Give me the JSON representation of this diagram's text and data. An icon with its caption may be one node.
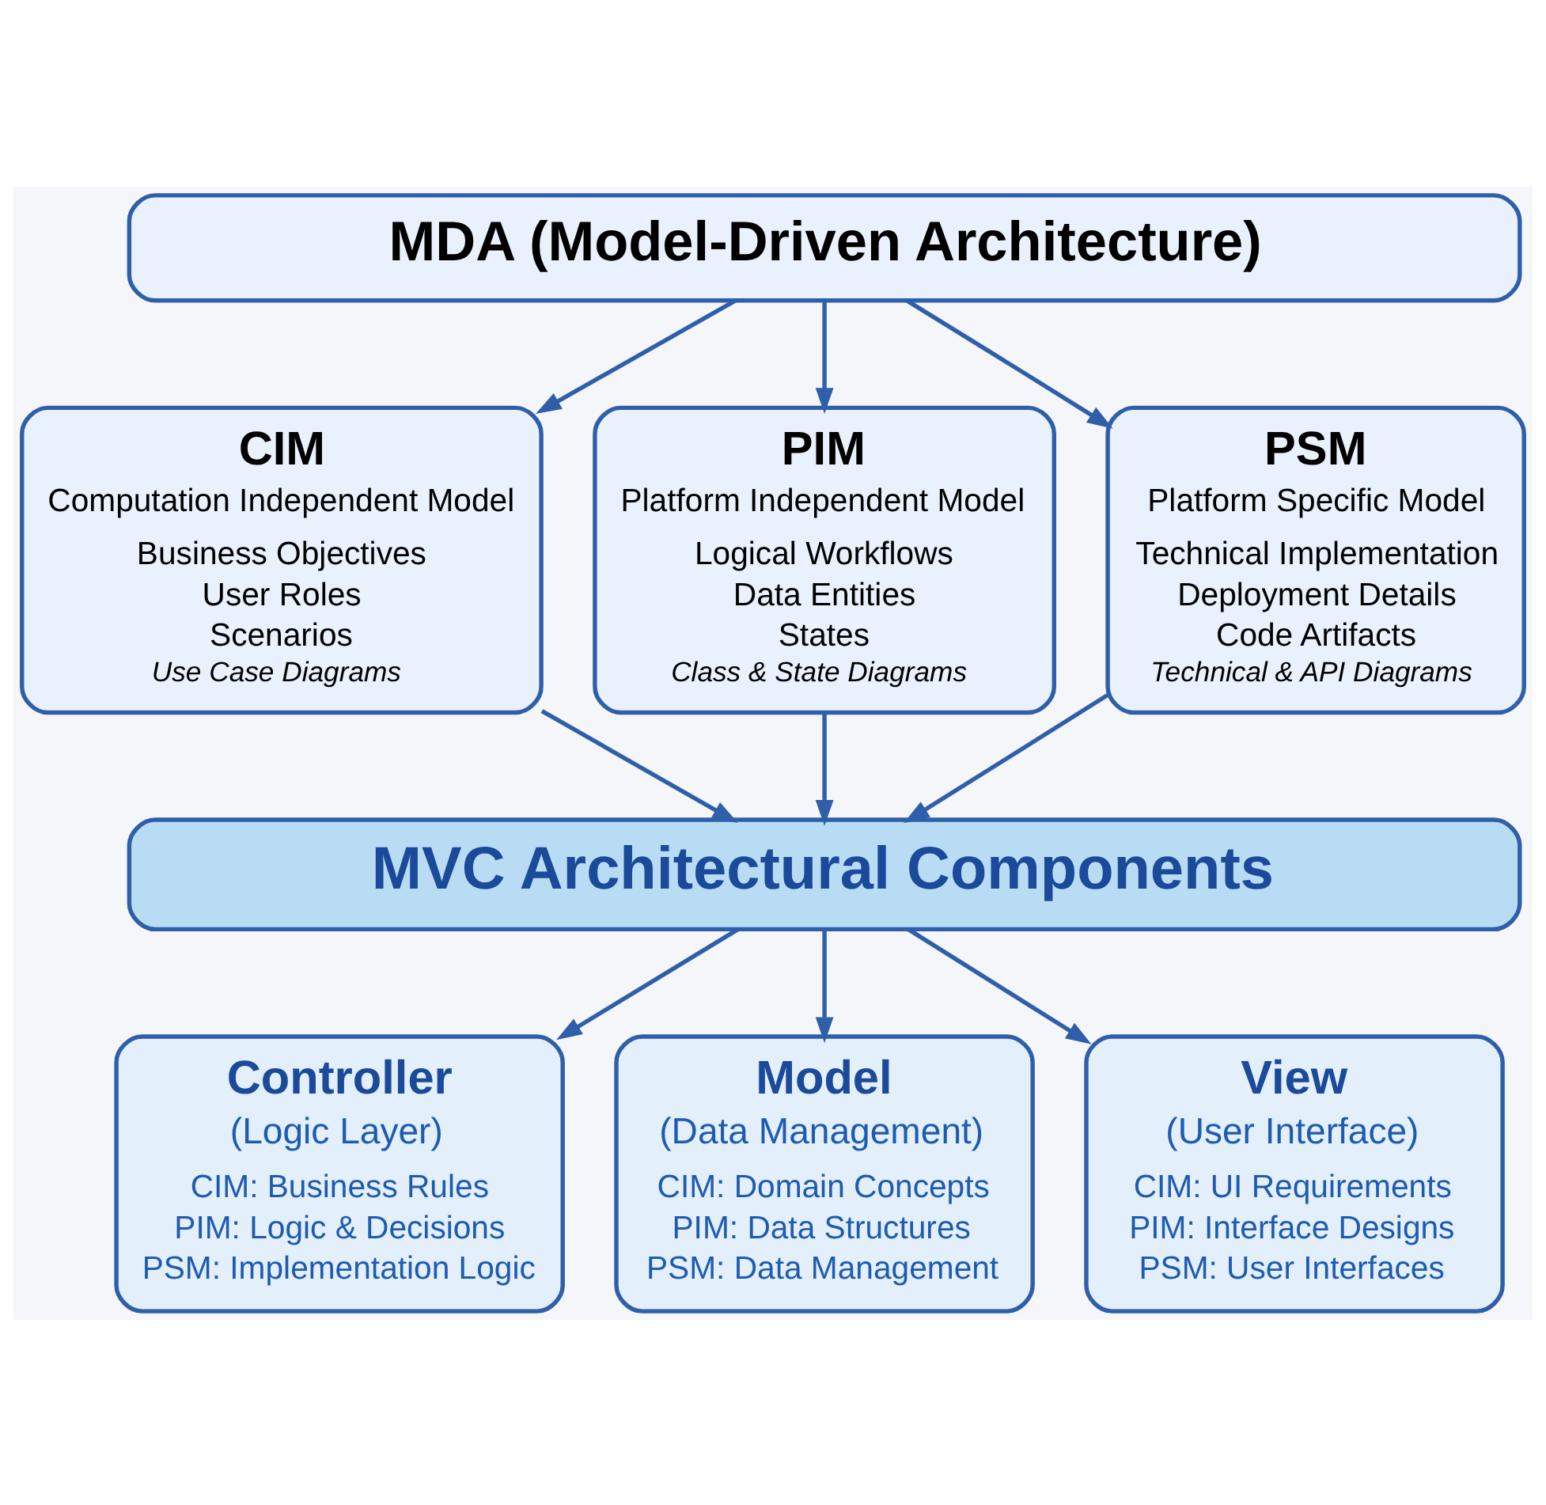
{
  "diagram": {
    "nodes": [
      {
        "text": [
          "MDA (Model-Driven Architecture)"
        ]
      },
      {
        "text": [
          "CIM",
          "Computation Independent Model",
          "Business Objectives",
          "User Roles",
          "Scenarios",
          "Use Case Diagrams"
        ]
      },
      {
        "text": [
          "PIM",
          "Platform Independent Model",
          "Logical Workflows",
          "Data Entities",
          "States",
          "Class & State Diagrams"
        ]
      },
      {
        "text": [
          "PSM",
          "Platform Specific Model",
          "Technical Implementation",
          "Deployment Details",
          "Code Artifacts",
          "Technical & API Diagrams"
        ]
      },
      {
        "text": [
          "MVC Architectural Components"
        ]
      },
      {
        "text": [
          "Controller",
          "(Logic Layer)",
          "CIM: Business Rules",
          "PIM: Logic & Decisions",
          "PSM: Implementation Logic"
        ]
      },
      {
        "text": [
          "Model",
          "(Data Management)",
          "CIM: Domain Concepts",
          "PIM: Data Structures",
          "PSM: Data Management"
        ]
      },
      {
        "text": [
          "View",
          "(User Interface)",
          "CIM: UI Requirements",
          "PIM: Interface Designs",
          "PSM: User Interfaces"
        ]
      }
    ],
    "edges": [
      {
        "from": 0,
        "to": 1,
        "arrow": "to"
      },
      {
        "from": 0,
        "to": 2,
        "arrow": "to"
      },
      {
        "from": 0,
        "to": 3,
        "arrow": "to"
      },
      {
        "from": 1,
        "to": 4,
        "arrow": "to"
      },
      {
        "from": 2,
        "to": 4,
        "arrow": "to"
      },
      {
        "from": 3,
        "to": 4,
        "arrow": "to"
      },
      {
        "from": 4,
        "to": 5,
        "arrow": "to"
      },
      {
        "from": 4,
        "to": 6,
        "arrow": "to"
      },
      {
        "from": 4,
        "to": 7,
        "arrow": "to"
      }
    ]
  }
}
